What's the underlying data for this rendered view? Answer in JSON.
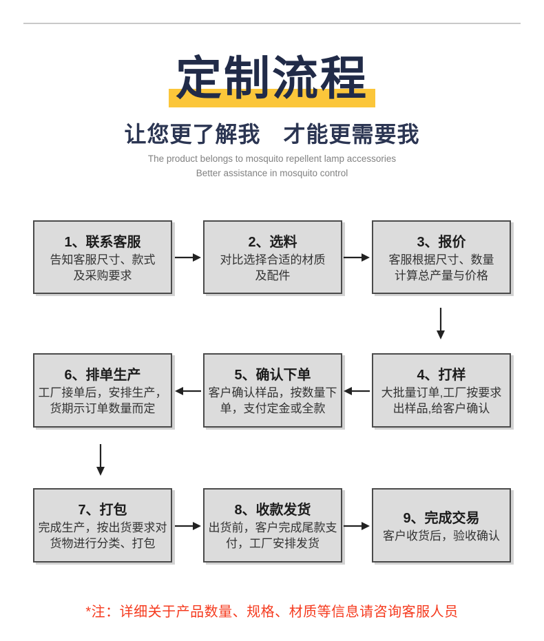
{
  "header": {
    "title": "定制流程",
    "subtitle": "让您更了解我　才能更需要我",
    "caption_line1": "The product belongs to mosquito repellent lamp accessories",
    "caption_line2": "Better assistance in mosquito control"
  },
  "flow_steps": [
    {
      "title": "1、联系客服",
      "desc": "告知客服尺寸、款式\n及采购要求"
    },
    {
      "title": "2、选料",
      "desc": "对比选择合适的材质\n及配件"
    },
    {
      "title": "3、报价",
      "desc": "客服根据尺寸、数量\n计算总产量与价格"
    },
    {
      "title": "4、打样",
      "desc": "大批量订单,工厂按要求\n出样品,给客户确认"
    },
    {
      "title": "5、确认下单",
      "desc": "客户确认样品，按数量下\n单，支付定金或全款"
    },
    {
      "title": "6、排单生产",
      "desc": "工厂接单后，安排生产，\n货期示订单数量而定"
    },
    {
      "title": "7、打包",
      "desc": "完成生产，按出货要求对\n货物进行分类、打包"
    },
    {
      "title": "8、收款发货",
      "desc": "出货前，客户完成尾款支\n付，工厂安排发货"
    },
    {
      "title": "9、完成交易",
      "desc": "客户收货后，验收确认"
    }
  ],
  "footnote": {
    "text": "*注：详细关于产品数量、规格、材质等信息请咨询客服人员"
  },
  "colors": {
    "title_navy": "#212b48",
    "highlight_yellow": "#fbc63a",
    "box_background": "#dcdcdc",
    "box_border": "#4a4a4a",
    "arrow_color": "#222222",
    "note_red": "#f53a1e",
    "caption_gray": "#818181"
  }
}
